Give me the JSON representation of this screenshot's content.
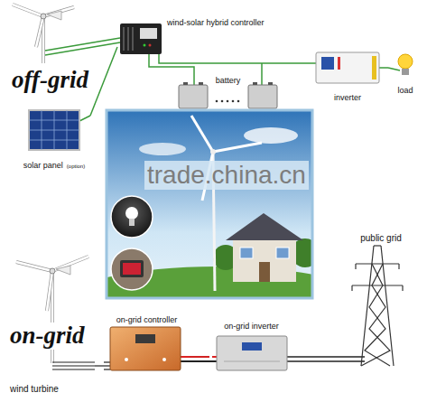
{
  "diagram": {
    "nodes": [
      {
        "text": [
          "solar panel",
          "(option)"
        ]
      },
      {
        "text": [
          "wind-solar hybrid controller"
        ]
      },
      {
        "text": [
          "battery"
        ]
      },
      {
        "text": [
          "inverter"
        ]
      },
      {
        "text": [
          "load"
        ]
      },
      {
        "text": [
          "wind turbine"
        ]
      },
      {
        "text": [
          "on-grid controller"
        ]
      },
      {
        "text": [
          "on-grid inverter"
        ]
      },
      {
        "text": [
          "public grid"
        ]
      }
    ],
    "edges": [
      {
        "from": 0,
        "to": 1,
        "arrow": "none"
      },
      {
        "from": 1,
        "to": 2,
        "arrow": "none"
      },
      {
        "from": 1,
        "to": 3,
        "arrow": "none"
      },
      {
        "from": 3,
        "to": 4,
        "arrow": "none"
      },
      {
        "from": 5,
        "to": 6,
        "arrow": "none"
      },
      {
        "from": 6,
        "to": 7,
        "arrow": "none"
      },
      {
        "from": 7,
        "to": 8,
        "arrow": "none"
      }
    ],
    "labels": [
      "off-grid",
      "on-grid",
      "trade.china.cn"
    ]
  }
}
